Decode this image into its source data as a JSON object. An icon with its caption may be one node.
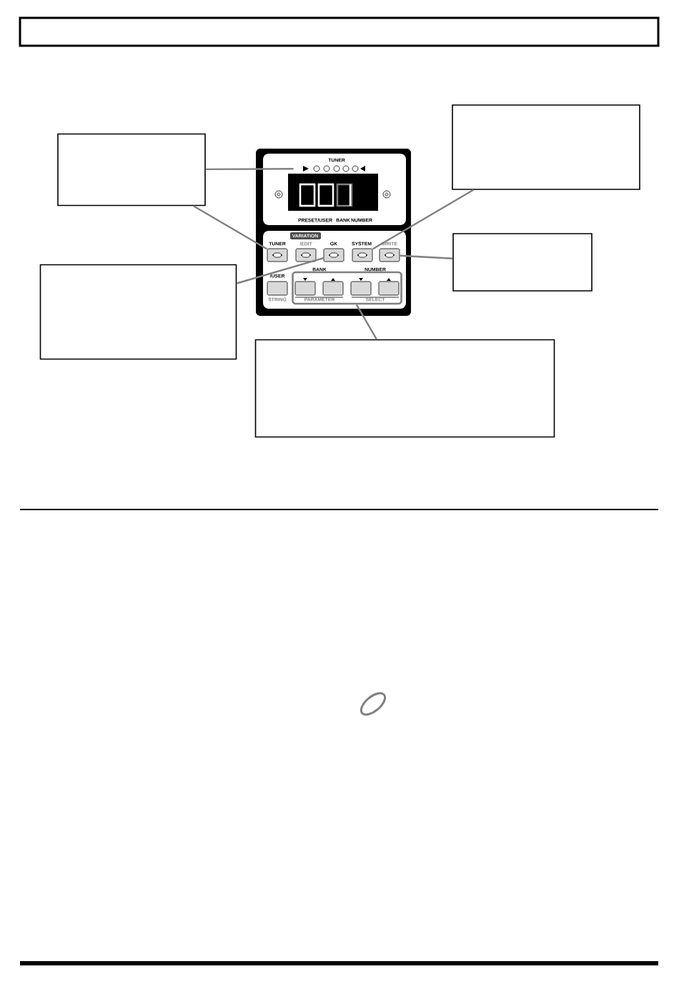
{
  "diagram": {
    "nodes": [
      {
        "text": [],
        "shape": "box"
      },
      {
        "text": [],
        "shape": "box"
      },
      {
        "text": [],
        "shape": "box"
      },
      {
        "text": [],
        "shape": "box"
      },
      {
        "text": [],
        "shape": "box"
      },
      {
        "text": [],
        "shape": "circle"
      },
      {
        "text": [],
        "shape": "box"
      },
      {
        "text": [],
        "shape": "box"
      },
      {
        "text": [],
        "shape": "box"
      },
      {
        "text": [],
        "shape": "box"
      },
      {
        "text": [],
        "shape": "box"
      },
      {
        "text": [],
        "shape": "box"
      }
    ],
    "edges": [
      {
        "from": 1,
        "to": 5,
        "arrow": "none"
      },
      {
        "from": 1,
        "to": 6,
        "arrow": "none"
      },
      {
        "from": 0,
        "to": 9,
        "arrow": "none"
      },
      {
        "from": 2,
        "to": 10,
        "arrow": "none"
      },
      {
        "from": 3,
        "to": 8,
        "arrow": "none"
      },
      {
        "from": 4,
        "to": 11,
        "arrow": "none"
      }
    ],
    "labels": [
      "TUNER",
      "PRESET/USER",
      "BANK",
      "NUMBER",
      "VARIATION",
      "TUNER",
      "/EDIT",
      "GK",
      "SYSTEM",
      "WRITE",
      "BANK",
      "NUMBER",
      "/USER",
      "STRING",
      "PARAMETER",
      "SELECT"
    ]
  }
}
